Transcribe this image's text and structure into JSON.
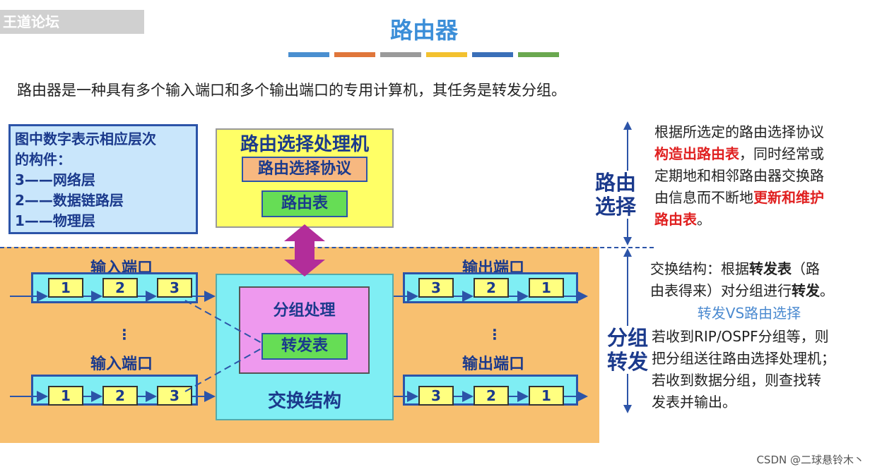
{
  "watermark": "王道论坛",
  "title": "路由器",
  "stripes": [
    "#4a8fd0",
    "#e0763a",
    "#9a9a9a",
    "#f3c12f",
    "#3a6fb8",
    "#6aa84f"
  ],
  "intro": "路由器是一种具有多个输入端口和多个输出端口的专用计算机，其任务是转发分组。",
  "legend": {
    "line1": "图中数字表示相应层次",
    "line2": "的构件：",
    "line3": "3——网络层",
    "line4": "2——数据链路层",
    "line5": "1——物理层"
  },
  "routing_processor": {
    "title": "路由选择处理机",
    "protocol": "路由选择协议",
    "table": "路由表"
  },
  "fabric": {
    "packet_processing": "分组处理",
    "forwarding_table": "转发表",
    "label": "交换结构"
  },
  "input_port_label": "输入端口",
  "output_port_label": "输出端口",
  "dots": "⋮",
  "input_cells": [
    "1",
    "2",
    "3"
  ],
  "output_cells": [
    "3",
    "2",
    "1"
  ],
  "side": {
    "routing": [
      "路由",
      "选择"
    ],
    "forwarding": [
      "分组",
      "转发"
    ]
  },
  "routing_desc": {
    "p1": "根据所选定的路由选择协议",
    "p2_red": "构造出路由表",
    "p2_rest": "，同时经常或",
    "p3": "定期地和相邻路由器交换路",
    "p4_a": "由信息而不断地",
    "p4_red": "更新和维护",
    "p5_red": "路由表",
    "p5_end": "。"
  },
  "forward_desc": {
    "l1_a": "交换结构：根据",
    "l1_b": "转发表",
    "l1_c": "（路",
    "l2_a": "由表得来）对分组进行",
    "l2_b": "转发",
    "l2_c": "。",
    "sub": "转发VS路由选择",
    "l3": "若收到RIP/OSPF分组等，则",
    "l4": "把分组送往路由选择处理机；",
    "l5": "若收到数据分组，则查找转",
    "l6": "发表并输出。"
  },
  "credit": "CSDN @二球悬铃木丶"
}
